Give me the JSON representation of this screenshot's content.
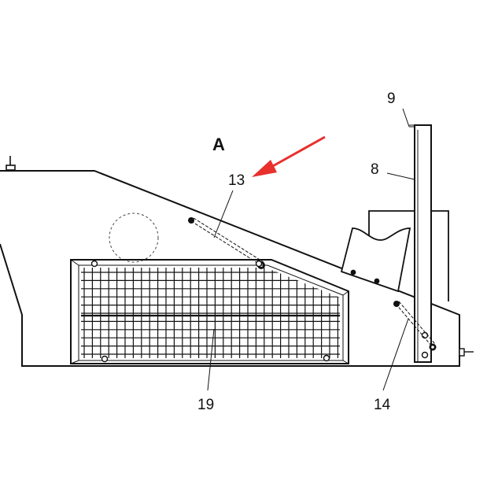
{
  "view_label": "A",
  "callouts": [
    {
      "id": "9",
      "text": "9"
    },
    {
      "id": "8",
      "text": "8"
    },
    {
      "id": "13",
      "text": "13"
    },
    {
      "id": "19",
      "text": "19"
    },
    {
      "id": "14",
      "text": "14"
    }
  ],
  "colors": {
    "line": "#111111",
    "arrow": "#e8302d",
    "background": "#ffffff"
  }
}
